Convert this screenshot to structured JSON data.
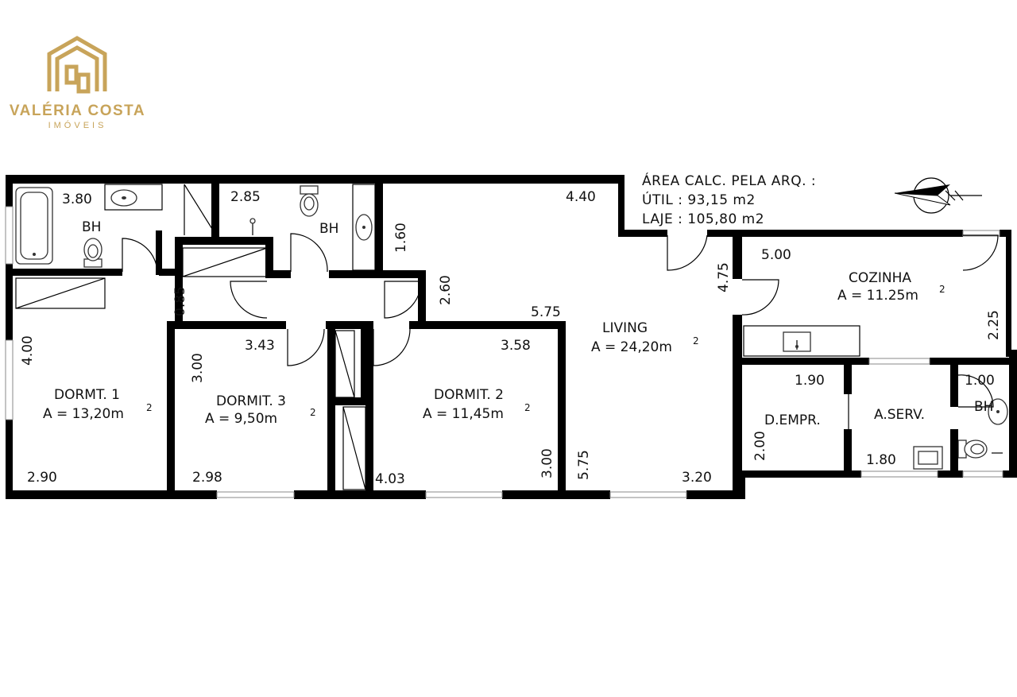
{
  "brand": {
    "name": "VALÉRIA COSTA",
    "subtitle": "IMÓVEIS",
    "gold": "#c8a45a",
    "logo_icon": "house-outline-logo"
  },
  "note": {
    "line1": "ÁREA CALC. PELA ARQ. :",
    "line2": "ÚTIL : 93,15 m2",
    "line3": "LAJE : 105,80 m2"
  },
  "compass": "north-arrow-icon",
  "rooms": {
    "bh1": {
      "name": "BH"
    },
    "bh2": {
      "name": "BH"
    },
    "bh3": {
      "name": "BH"
    },
    "dormt1": {
      "name": "DORMT. 1",
      "area": "A = 13,20m",
      "sup": "2"
    },
    "dormt3": {
      "name": "DORMIT. 3",
      "area": "A = 9,50m",
      "sup": "2"
    },
    "dormt2": {
      "name": "DORMIT. 2",
      "area": "A = 11,45m",
      "sup": "2"
    },
    "living": {
      "name": "LIVING",
      "area": "A = 24,20m",
      "sup": "2"
    },
    "cozinha": {
      "name": "COZINHA",
      "area": "A = 11.25m",
      "sup": "2"
    },
    "dempr": {
      "name": "D.EMPR."
    },
    "aserv": {
      "name": "A.SERV."
    }
  },
  "dims": {
    "d_380": "3.80",
    "d_285": "2.85",
    "d_440": "4.40",
    "d_160": "1.60",
    "d_260": "2.60",
    "d_085": "0.85",
    "d_575h": "5.75",
    "d_400": "4.00",
    "d_300a": "3.00",
    "d_343": "3.43",
    "d_358": "3.58",
    "d_300b": "3.00",
    "d_575v": "5.75",
    "d_290": "2.90",
    "d_298": "2.98",
    "d_403": "4.03",
    "d_320": "3.20",
    "d_475": "4.75",
    "d_500": "5.00",
    "d_225": "2.25",
    "d_190": "1.90",
    "d_100": "1.00",
    "d_200": "2.00",
    "d_180": "1.80"
  }
}
